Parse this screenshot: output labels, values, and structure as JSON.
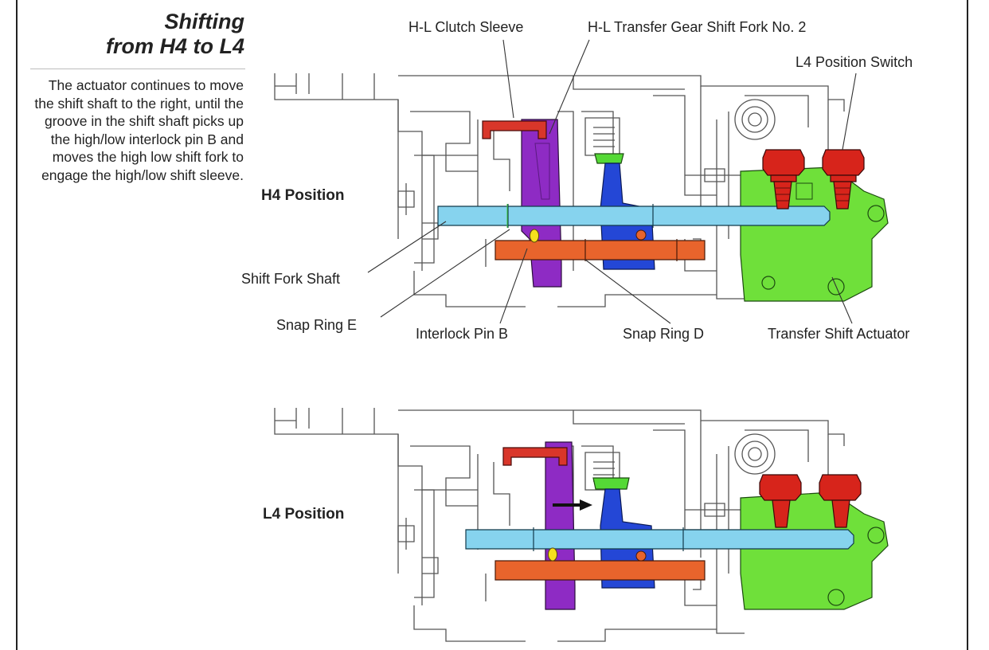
{
  "title": {
    "line1": "Shifting",
    "line2": "from H4 to L4"
  },
  "description": "The actuator continues to move the shift shaft to the right, until the groove in the shift shaft picks up the high/low interlock pin B and moves the high low shift fork to engage the high/low shift sleeve.",
  "callouts": {
    "clutch_sleeve": "H-L Clutch Sleeve",
    "shift_fork": "H-L Transfer Gear Shift Fork No. 2",
    "l4_switch": "L4 Position Switch",
    "shift_fork_shaft": "Shift Fork Shaft",
    "snap_ring_e": "Snap Ring E",
    "interlock_pin": "Interlock Pin B",
    "snap_ring_d": "Snap Ring D",
    "actuator": "Transfer Shift Actuator"
  },
  "views": {
    "top": "H4 Position",
    "bottom": "L4 Position"
  },
  "colors": {
    "clutch_sleeve": "#d9362a",
    "shift_fork": "#8e2bc4",
    "blue_fork": "#2447d6",
    "shaft": "#86d3ee",
    "rod": "#e8642c",
    "actuator": "#6fe03a",
    "pin": "#f5e11e",
    "switch": "#d7241b",
    "green_cap": "#55d936"
  }
}
